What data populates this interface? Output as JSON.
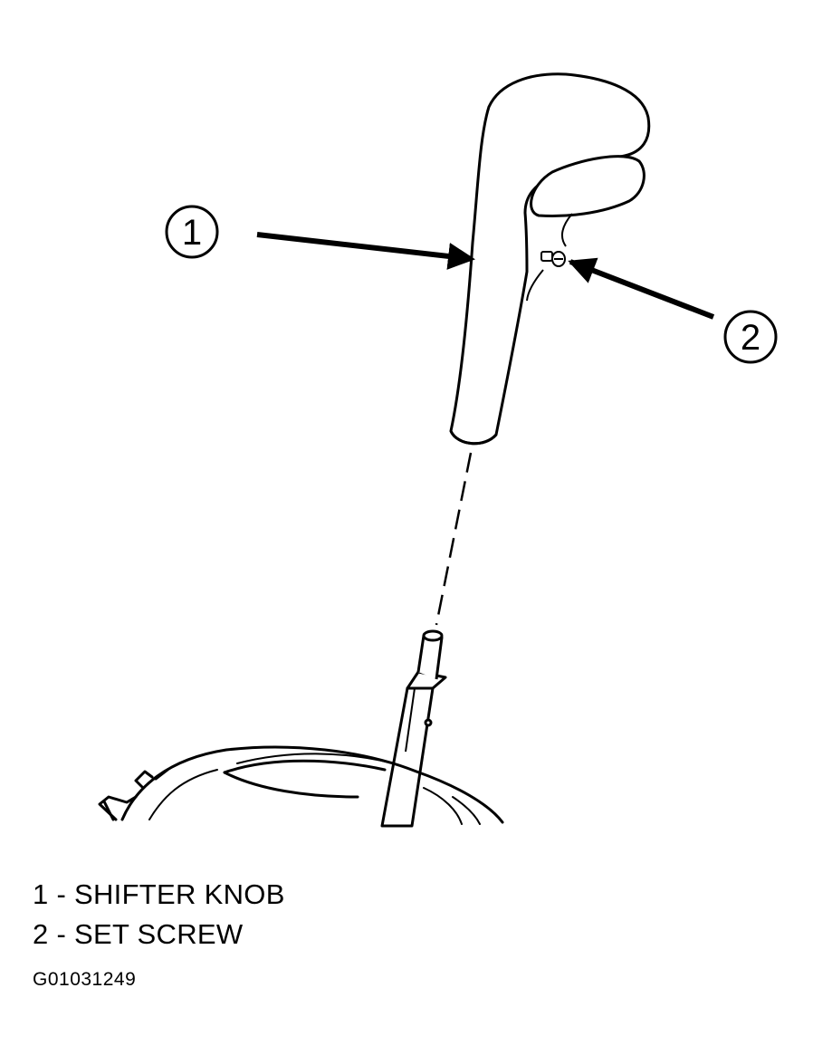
{
  "diagram": {
    "callouts": [
      {
        "number": "1",
        "target": "shifter-knob"
      },
      {
        "number": "2",
        "target": "set-screw"
      }
    ]
  },
  "legend": {
    "items": [
      {
        "text": "1 - SHIFTER KNOB"
      },
      {
        "text": "2 - SET SCREW"
      }
    ]
  },
  "figure_id": "G01031249"
}
